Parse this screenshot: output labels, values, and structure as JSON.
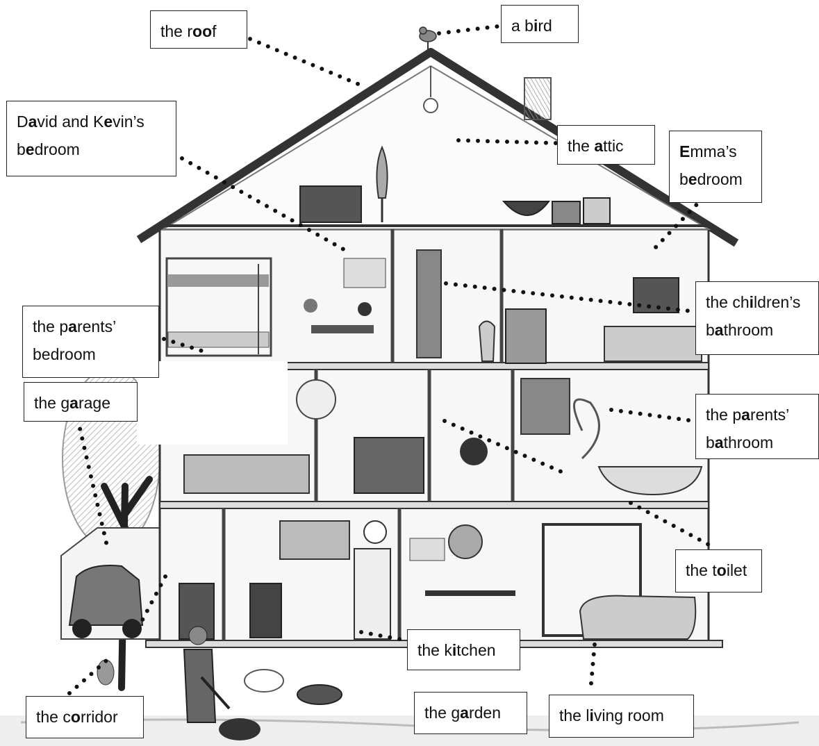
{
  "labels": [
    {
      "id": "roof",
      "lines": [
        [
          {
            "t": "the r"
          },
          {
            "t": "oo",
            "b": true
          },
          {
            "t": "f"
          }
        ]
      ]
    },
    {
      "id": "bird",
      "lines": [
        [
          {
            "t": "a b"
          },
          {
            "t": "i",
            "b": true
          },
          {
            "t": "rd"
          }
        ]
      ]
    },
    {
      "id": "david-kevin-bedroom",
      "lines": [
        [
          {
            "t": "D"
          },
          {
            "t": "a",
            "b": true
          },
          {
            "t": "vid and K"
          },
          {
            "t": "e",
            "b": true
          },
          {
            "t": "vin’s"
          }
        ],
        [
          {
            "t": "b"
          },
          {
            "t": "e",
            "b": true
          },
          {
            "t": "droom"
          }
        ]
      ]
    },
    {
      "id": "attic",
      "lines": [
        [
          {
            "t": "the "
          },
          {
            "t": "a",
            "b": true
          },
          {
            "t": "ttic"
          }
        ]
      ]
    },
    {
      "id": "emma-bedroom",
      "lines": [
        [
          {
            "t": "E",
            "b": true
          },
          {
            "t": "mma’s"
          }
        ],
        [
          {
            "t": "b"
          },
          {
            "t": "e",
            "b": true
          },
          {
            "t": "droom"
          }
        ]
      ]
    },
    {
      "id": "childrens-bathroom",
      "lines": [
        [
          {
            "t": "the ch"
          },
          {
            "t": "i",
            "b": true
          },
          {
            "t": "ldren’s"
          }
        ],
        [
          {
            "t": "b"
          },
          {
            "t": "a",
            "b": true
          },
          {
            "t": "throom"
          }
        ]
      ]
    },
    {
      "id": "parents-bedroom",
      "lines": [
        [
          {
            "t": "the p"
          },
          {
            "t": "a",
            "b": true
          },
          {
            "t": "rents’"
          }
        ],
        [
          {
            "t": "bedroom"
          }
        ]
      ]
    },
    {
      "id": "garage",
      "lines": [
        [
          {
            "t": "the g"
          },
          {
            "t": "a",
            "b": true
          },
          {
            "t": "rage"
          }
        ]
      ]
    },
    {
      "id": "parents-bathroom",
      "lines": [
        [
          {
            "t": "the p"
          },
          {
            "t": "a",
            "b": true
          },
          {
            "t": "rents’"
          }
        ],
        [
          {
            "t": "b"
          },
          {
            "t": "a",
            "b": true
          },
          {
            "t": "throom"
          }
        ]
      ]
    },
    {
      "id": "toilet",
      "lines": [
        [
          {
            "t": "the t"
          },
          {
            "t": "o",
            "b": true
          },
          {
            "t": "ilet"
          }
        ]
      ]
    },
    {
      "id": "kitchen",
      "lines": [
        [
          {
            "t": "the k"
          },
          {
            "t": "i",
            "b": true
          },
          {
            "t": "tchen"
          }
        ]
      ]
    },
    {
      "id": "corridor",
      "lines": [
        [
          {
            "t": "the c"
          },
          {
            "t": "o",
            "b": true
          },
          {
            "t": "rridor"
          }
        ]
      ]
    },
    {
      "id": "garden",
      "lines": [
        [
          {
            "t": "the g"
          },
          {
            "t": "a",
            "b": true
          },
          {
            "t": "rden"
          }
        ]
      ]
    },
    {
      "id": "living-room",
      "lines": [
        [
          {
            "t": "the l"
          },
          {
            "t": "i",
            "b": true
          },
          {
            "t": "ving room"
          }
        ]
      ]
    }
  ]
}
